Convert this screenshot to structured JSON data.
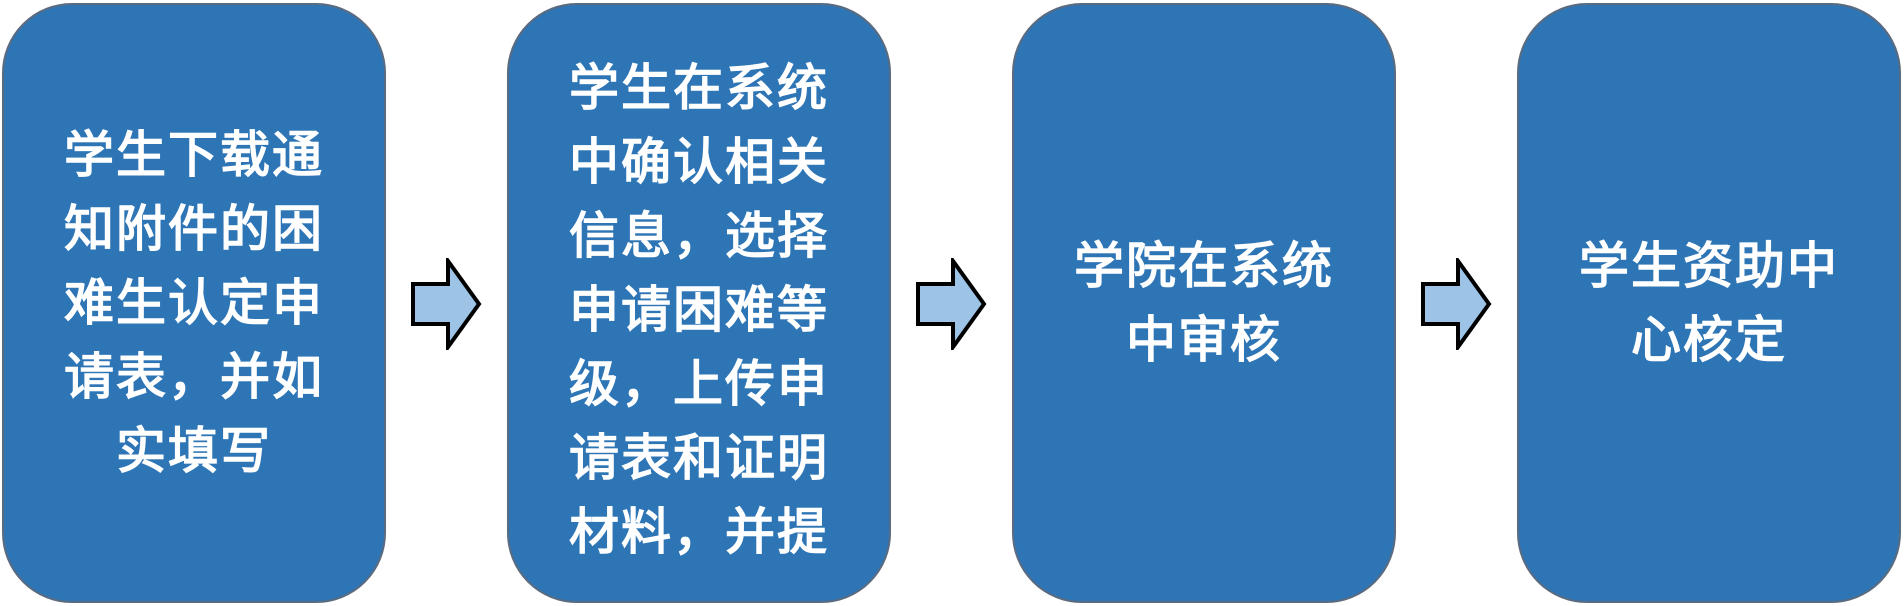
{
  "steps": [
    {
      "text": "学生下载通\n知附件的困\n难生认定申\n请表，并如\n实填写"
    },
    {
      "text": "学生在系统\n中确认相关\n信息，选择\n申请困难等\n级，上传申\n请表和证明\n材料，并提"
    },
    {
      "text": "学院在系统\n中审核"
    },
    {
      "text": "学生资助中\n心核定"
    }
  ],
  "colors": {
    "box_fill": "#2e75b6",
    "box_border": "#5a6b80",
    "box_text": "#ffffff",
    "arrow_fill": "#9dc3e6",
    "arrow_stroke": "#000000"
  },
  "icons": [
    "right-arrow-icon",
    "right-arrow-icon",
    "right-arrow-icon"
  ]
}
